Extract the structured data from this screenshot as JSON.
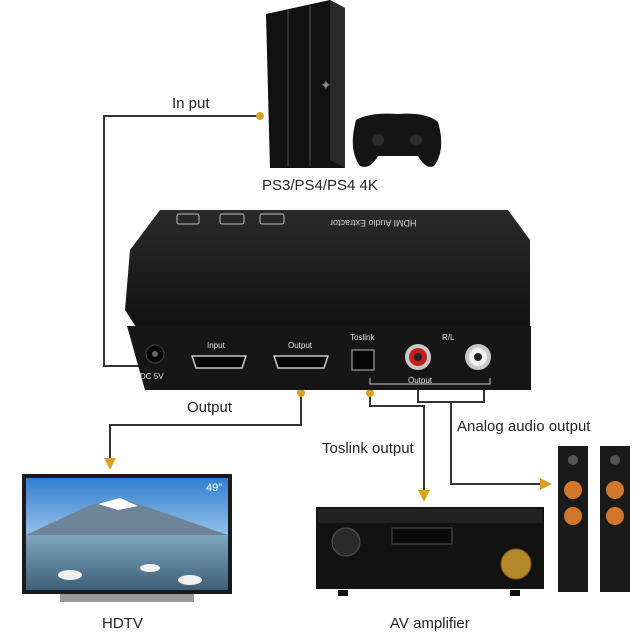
{
  "labels": {
    "input": "In put",
    "console": "PS3/PS4/PS4 4K",
    "output": "Output",
    "toslink_output": "Toslink output",
    "analog_output": "Analog audio output",
    "hdtv": "HDTV",
    "av_amplifier": "AV amplifier"
  },
  "device": {
    "title": "HDMI Audio Extractor",
    "port_dc": "DC 5V",
    "port_input": "Input",
    "port_output": "Output",
    "port_toslink": "Toslink",
    "port_rl": "R/L",
    "port_audio_output": "Output"
  },
  "tv": {
    "screen_size": "49\""
  },
  "colors": {
    "connector": "#d9a227",
    "line": "#333333",
    "device": "#1b1b1b"
  }
}
